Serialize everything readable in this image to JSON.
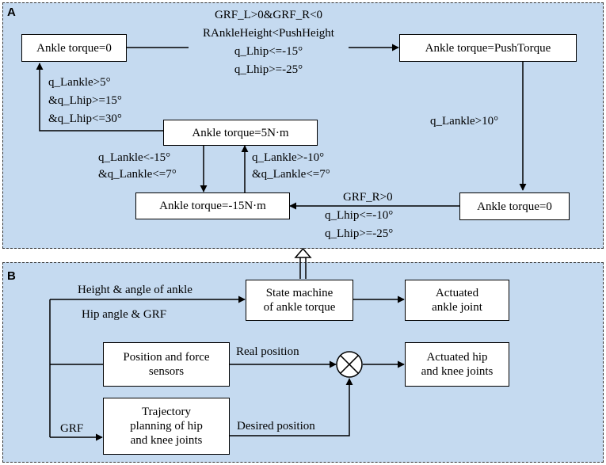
{
  "panels": {
    "a": {
      "letter": "A"
    },
    "b": {
      "letter": "B"
    }
  },
  "state_machine": {
    "states": {
      "s1": "Ankle torque=0",
      "s2": "Ankle torque=PushTorque",
      "s3": "Ankle torque=0",
      "s4": "Ankle torque=-15N·m",
      "s5": "Ankle torque=5N·m"
    },
    "transitions": {
      "s1_to_s2": [
        "GRF_L>0&GRF_R<0",
        "RAnkleHeight<PushHeight",
        "q_Lhip<=-15°",
        "q_Lhip>=-25°"
      ],
      "s2_to_s3": [
        "q_Lankle>10°"
      ],
      "s3_to_s4": [
        "GRF_R>0",
        "q_Lhip<=-10°",
        "q_Lhip>=-25°"
      ],
      "s4_to_s5": [
        "q_Lankle>-10°",
        "&q_Lankle<=7°"
      ],
      "s5_to_s4": [
        "q_Lankle<-15°",
        "&q_Lankle<=7°"
      ],
      "s5_to_s1": [
        "q_Lankle>5°",
        "&q_Lhip>=15°",
        "&q_Lhip<=30°"
      ]
    }
  },
  "control": {
    "boxes": {
      "state_machine": "State machine\nof ankle torque",
      "actuated_ankle": "Actuated\nankle joint",
      "sensors": "Position and force\nsensors",
      "actuated_hip_knee": "Actuated hip\nand knee joints",
      "trajectory": "Trajectory\nplanning of hip\nand knee joints"
    },
    "labels": {
      "height_angle": "Height & angle of ankle",
      "hip_grf": "Hip angle & GRF",
      "real_position": "Real position",
      "desired_position": "Desired position",
      "grf": "GRF"
    },
    "summing_symbol": "⊗"
  }
}
